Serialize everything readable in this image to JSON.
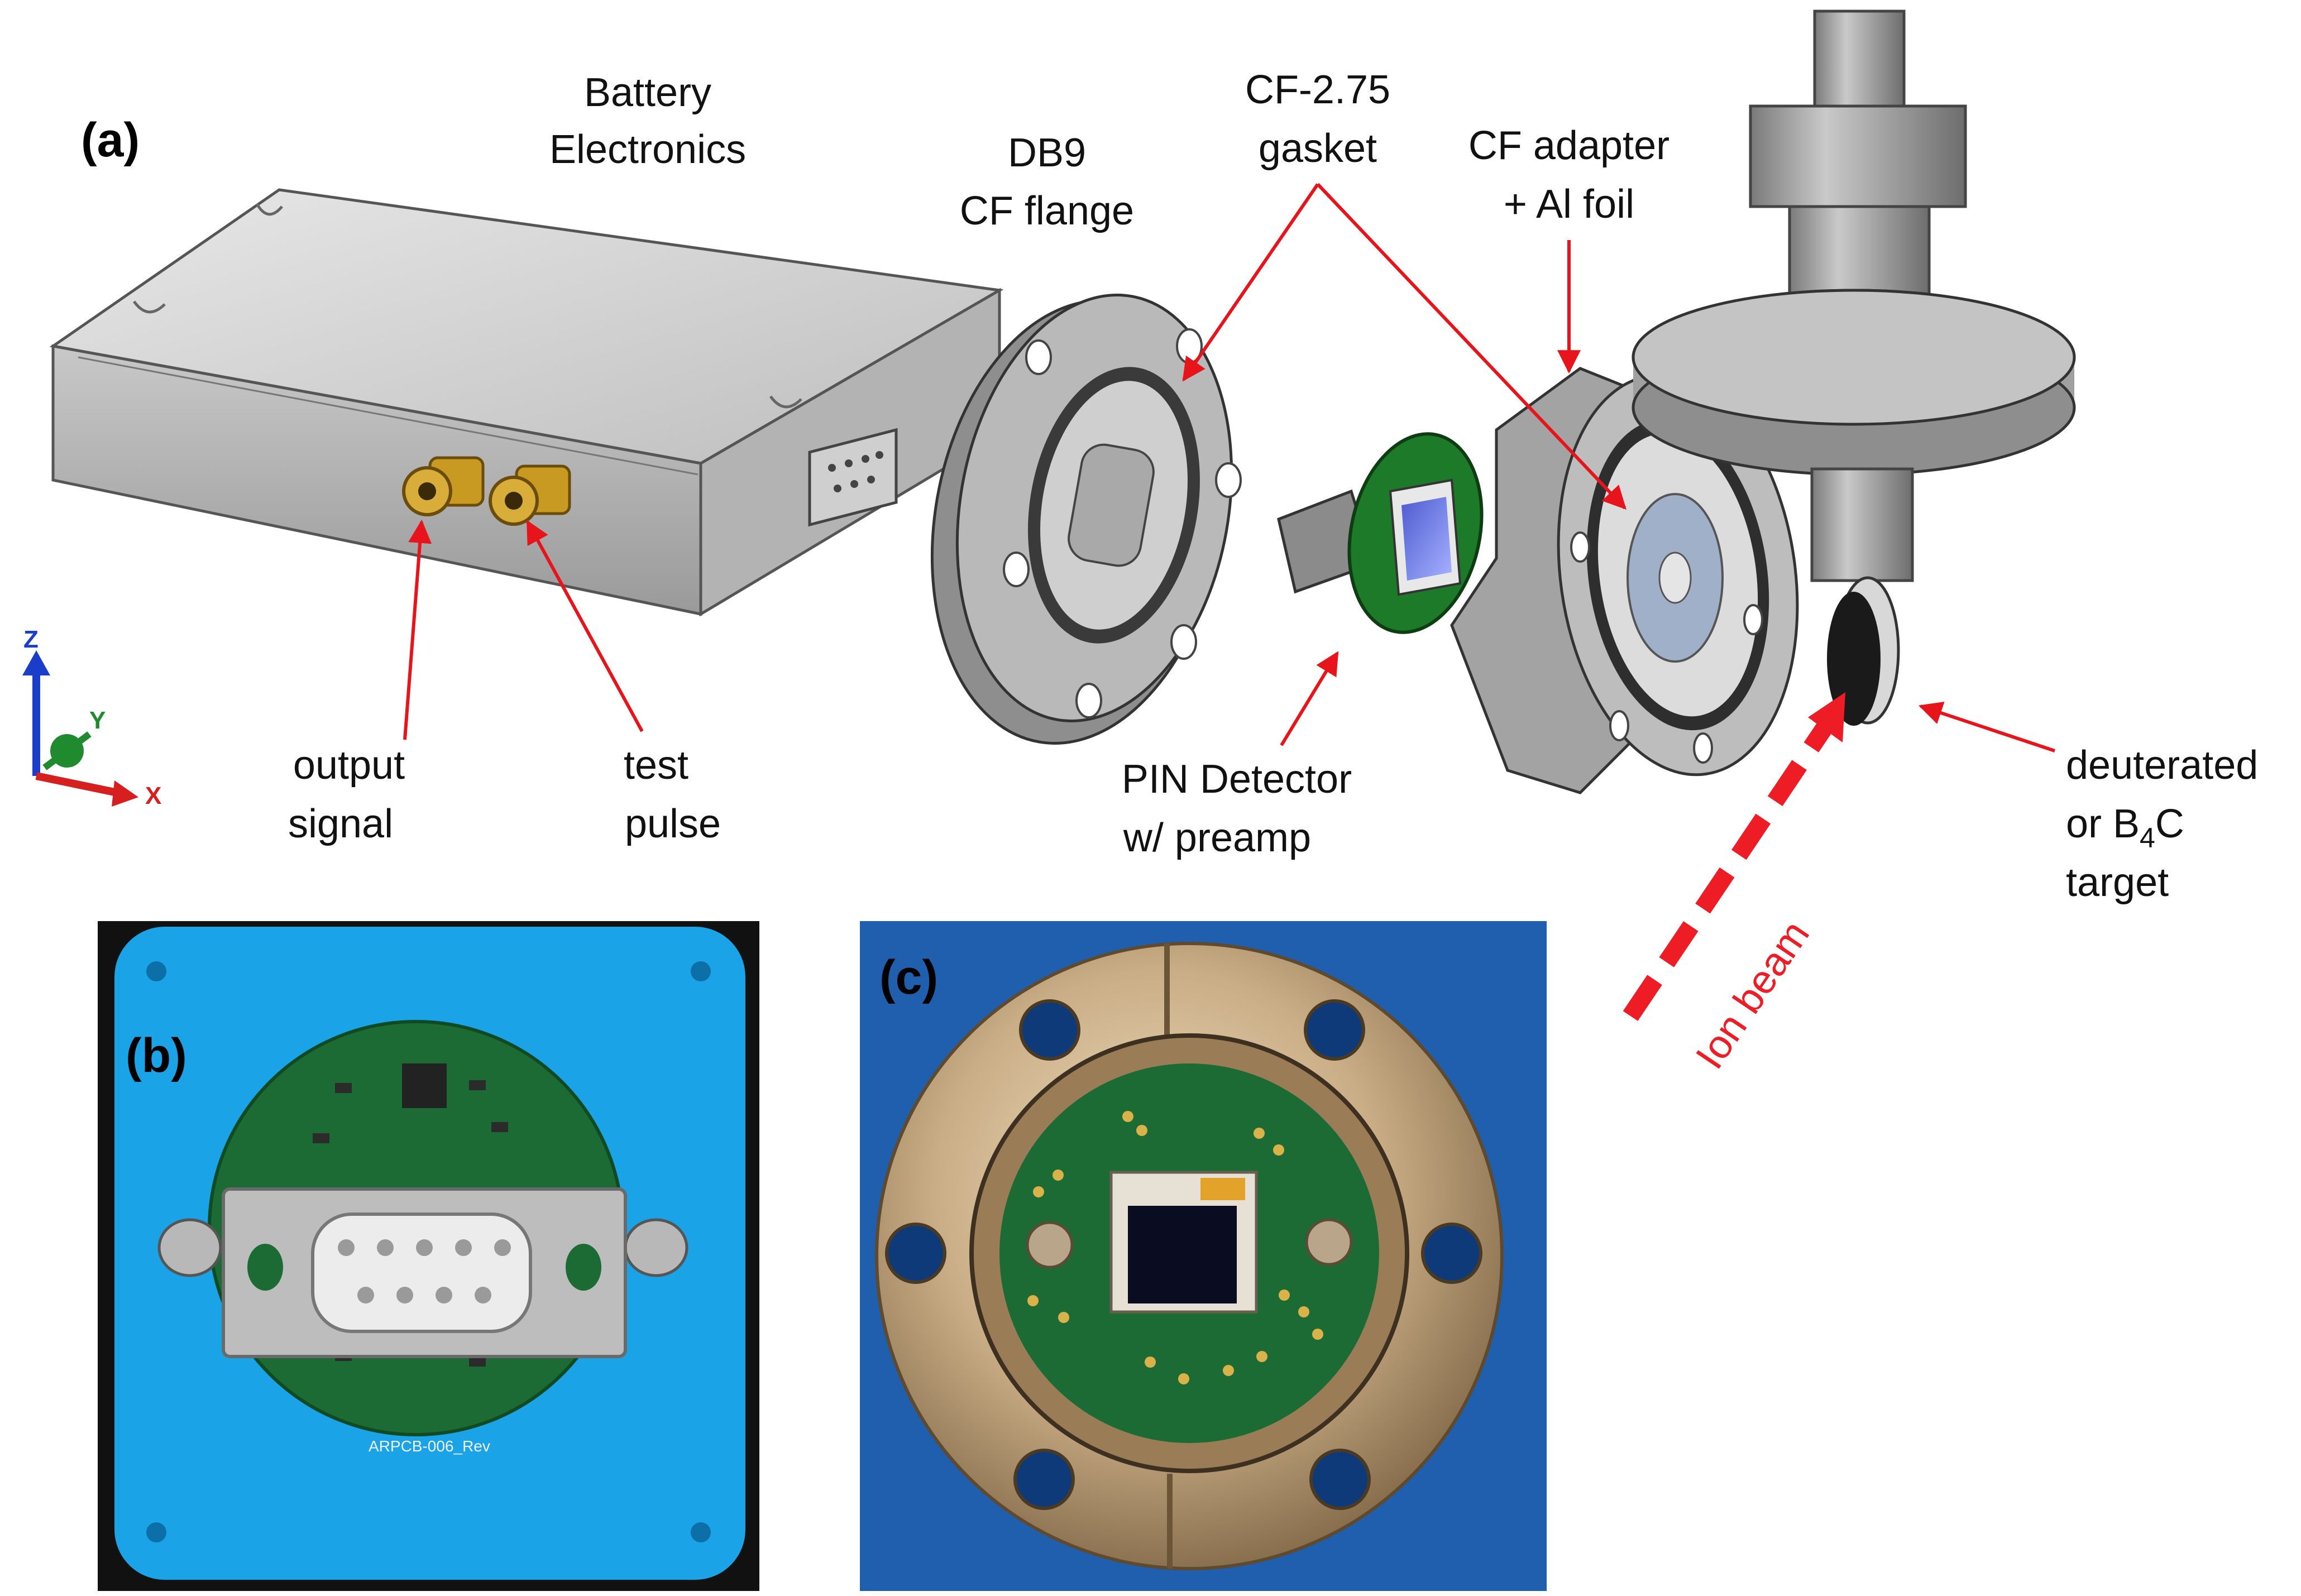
{
  "panels": {
    "a": "(a)",
    "b": "(b)",
    "c": "(c)"
  },
  "labels": {
    "battery_1": "Battery",
    "battery_2": "Electronics",
    "db9_1": "DB9",
    "db9_2": "CF flange",
    "gasket_1": "CF-2.75",
    "gasket_2": "gasket",
    "adapter_1": "CF adapter",
    "adapter_2": "+ Al foil",
    "output_1": "output",
    "output_2": "signal",
    "test_1": "test",
    "test_2": "pulse",
    "pin_1": "PIN Detector",
    "pin_2": "w/ preamp",
    "target_1": "deuterated",
    "target_2_prefix": "or B",
    "target_2_sub": "4",
    "target_2_suffix": "C",
    "target_3": "target",
    "ion_beam": "Ion beam"
  },
  "axes": {
    "z": "Z",
    "y": "Y",
    "x": "X"
  },
  "pcb_text": "ARPCB-006_Rev",
  "colors": {
    "annotation_arrow": "#e8141c",
    "ion_beam": "#ee1c24",
    "metal_grey": "#a9a9a9",
    "pcb_green": "#1d6b34",
    "print_blue": "#1aa3e6",
    "photo_blue": "#1f5fae",
    "gold": "#d4a23a"
  },
  "icons": [
    "xyz-axis-triad-icon"
  ]
}
